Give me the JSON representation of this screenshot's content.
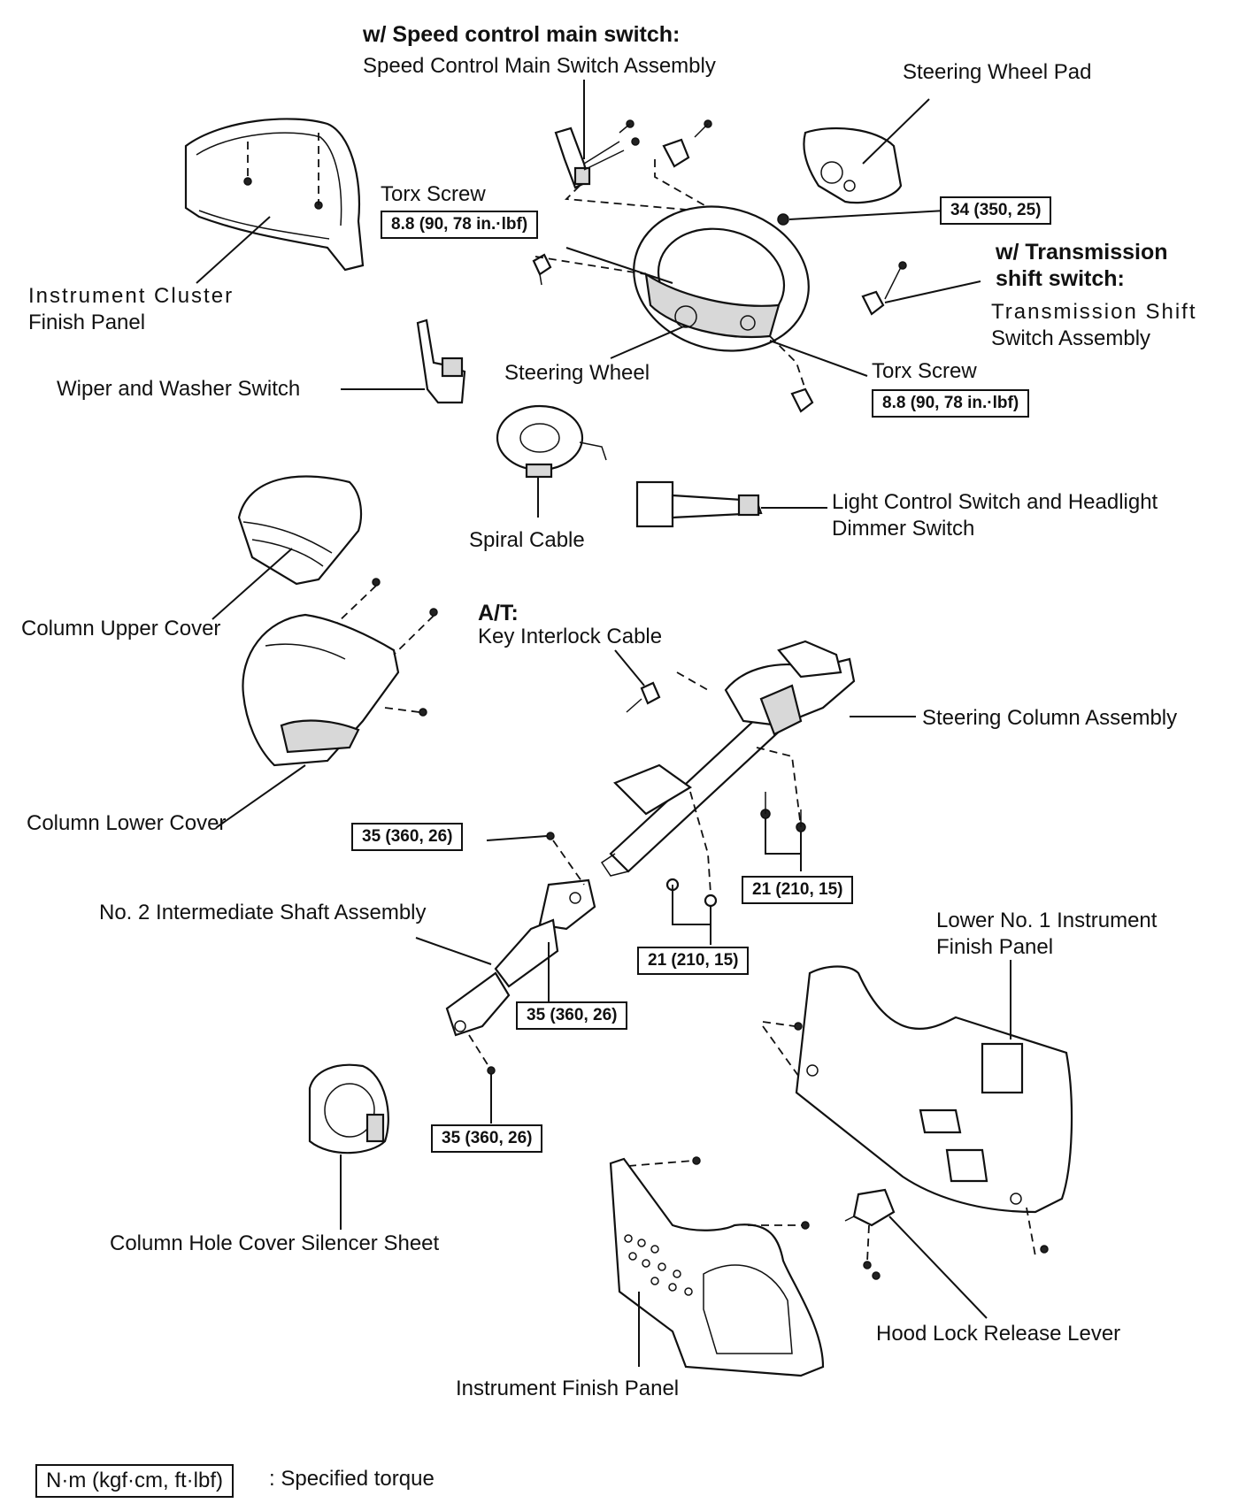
{
  "sections": {
    "speed_control_note": "w/ Speed control main switch:",
    "transmission_note_1": "w/ Transmission",
    "transmission_note_2": "shift switch:",
    "at_note": "A/T:"
  },
  "parts": {
    "speed_control_switch": "Speed Control Main Switch Assembly",
    "steering_wheel_pad": "Steering Wheel Pad",
    "torx_screw_upper": "Torx Screw",
    "instrument_cluster_1": "Instrument  Cluster",
    "instrument_cluster_2": "Finish Panel",
    "transmission_switch_1": "Transmission  Shift",
    "transmission_switch_2": "Switch Assembly",
    "wiper_switch": "Wiper and Washer Switch",
    "steering_wheel": "Steering Wheel",
    "torx_screw_lower": "Torx Screw",
    "light_switch_1": "Light  Control  Switch  and  Headlight",
    "light_switch_2": "Dimmer Switch",
    "spiral_cable": "Spiral Cable",
    "column_upper_cover": "Column Upper Cover",
    "key_interlock_cable": "Key Interlock Cable",
    "steering_column": "Steering Column Assembly",
    "column_lower_cover": "Column Lower Cover",
    "intermediate_shaft": "No. 2 Intermediate Shaft Assembly",
    "lower_finish_panel_1": "Lower No. 1 Instrument",
    "lower_finish_panel_2": "Finish Panel",
    "silencer_sheet": "Column Hole Cover Silencer Sheet",
    "hood_lock_lever": "Hood Lock Release Lever",
    "instrument_finish_panel": "Instrument Finish Panel"
  },
  "torques": {
    "torx_upper": "8.8 (90, 78 in.·lbf)",
    "wheel_nut": "34 (350, 25)",
    "torx_lower": "8.8 (90, 78 in.·lbf)",
    "shaft_upper_bolt": "35 (360, 26)",
    "column_bolts": "21 (210, 15)",
    "column_nuts": "21 (210, 15)",
    "shaft_middle_bolt": "35 (360, 26)",
    "shaft_lower_bolt": "35 (360, 26)"
  },
  "legend": {
    "unit": "N·m (kgf·cm, ft·lbf)",
    "meaning": ": Specified torque"
  }
}
